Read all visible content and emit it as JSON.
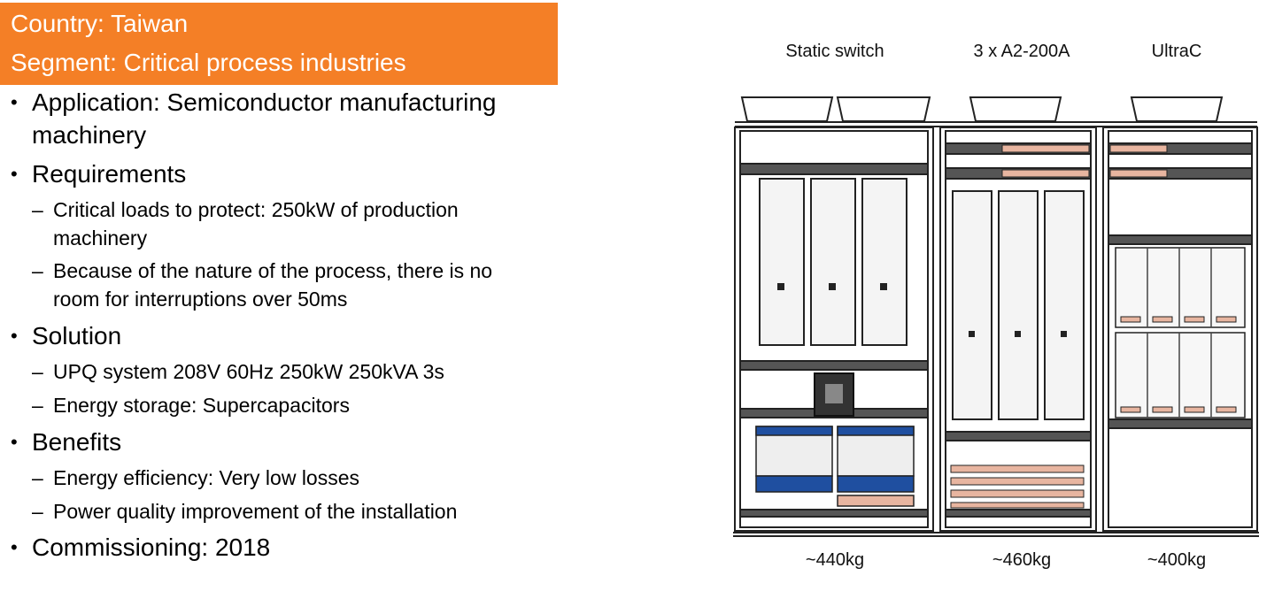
{
  "header": {
    "country": "Country: Taiwan",
    "segment": "Segment: Critical process industries"
  },
  "content": {
    "application": {
      "line1": "Application: Semiconductor manufacturing",
      "line2": "machinery"
    },
    "requirements": {
      "title": "Requirements",
      "item1_line1": "Critical loads to protect: 250kW of production",
      "item1_line2": "machinery",
      "item2_line1": "Because of the nature of the process, there is no",
      "item2_line2": "room for interruptions over 50ms"
    },
    "solution": {
      "title": "Solution",
      "item1": "UPQ system 208V 60Hz 250kW 250kVA 3s",
      "item2": "Energy storage: Supercapacitors"
    },
    "benefits": {
      "title": "Benefits",
      "item1": "Energy efficiency: Very low losses",
      "item2": "Power quality improvement of the installation"
    },
    "commissioning": "Commissioning: 2018"
  },
  "figure": {
    "cabinets": [
      {
        "label": "Static switch",
        "weight": "~440kg"
      },
      {
        "label": "3 x A2-200A",
        "weight": "~460kg"
      },
      {
        "label": "UltraC",
        "weight": "~400kg"
      }
    ],
    "colors": {
      "orange": "#f47f26",
      "blue": "#1f4fa0",
      "salmon": "#e8b5a0"
    }
  }
}
